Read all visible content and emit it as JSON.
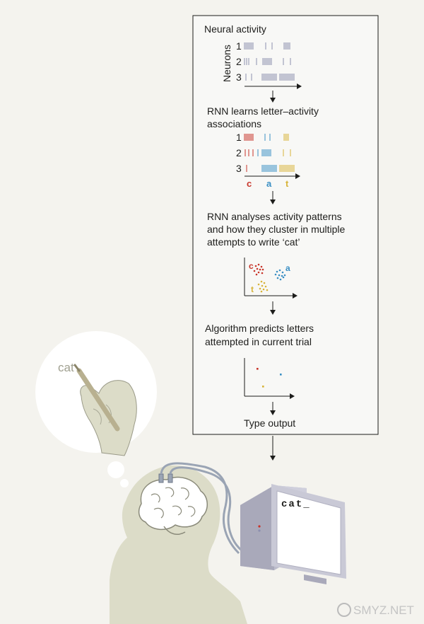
{
  "steps": {
    "neural": "Neural activity",
    "rnn_learns_1": "RNN learns letter–activity",
    "rnn_learns_2": "associations",
    "rnn_analyses_1": "RNN analyses activity patterns",
    "rnn_analyses_2": "and how they cluster in multiple",
    "rnn_analyses_3": "attempts to write ‘cat’",
    "predicts_1": "Algorithm predicts letters",
    "predicts_2": "attempted in current trial",
    "output": "Type output"
  },
  "raster": {
    "ylabel": "Neurons",
    "neuron_ids": [
      "1",
      "2",
      "3"
    ]
  },
  "letters": {
    "c": "c",
    "a": "a",
    "t": "t"
  },
  "cluster_letters": {
    "c": "c",
    "a": "a",
    "t": "t"
  },
  "thought_text": "cat",
  "screen_text": "cat_",
  "watermark": "SMYZ.NET",
  "colors": {
    "c": "#c8352a",
    "a": "#3a8fc4",
    "t": "#d7b43a",
    "spike_gray": "#8d8fae",
    "skin": "#dcdcc8",
    "ink": "#1d1d1b"
  }
}
